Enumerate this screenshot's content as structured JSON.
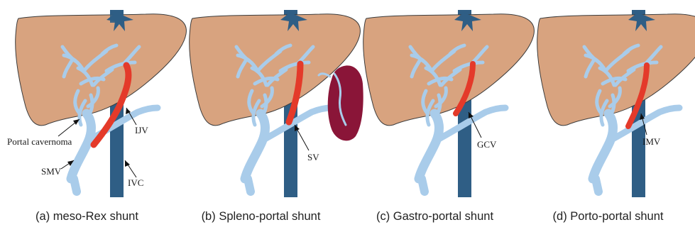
{
  "colors": {
    "liver": "#D8A37F",
    "liver_outline": "#3c3c3c",
    "portal_vein": "#A9CCEA",
    "ivc": "#2F5E85",
    "shunt": "#E43A2A",
    "spleen": "#8A1538"
  },
  "panels": [
    {
      "caption": "(a) meso-Rex shunt",
      "labels": {
        "cavernoma": "Portal cavernoma",
        "smv": "SMV",
        "ijv": "IJV",
        "ivc": "IVC"
      }
    },
    {
      "caption": "(b) Spleno-portal shunt",
      "labels": {
        "sv": "SV"
      }
    },
    {
      "caption": "(c) Gastro-portal shunt",
      "labels": {
        "gcv": "GCV"
      }
    },
    {
      "caption": "(d) Porto-portal shunt",
      "labels": {
        "imv": "IMV"
      }
    }
  ]
}
